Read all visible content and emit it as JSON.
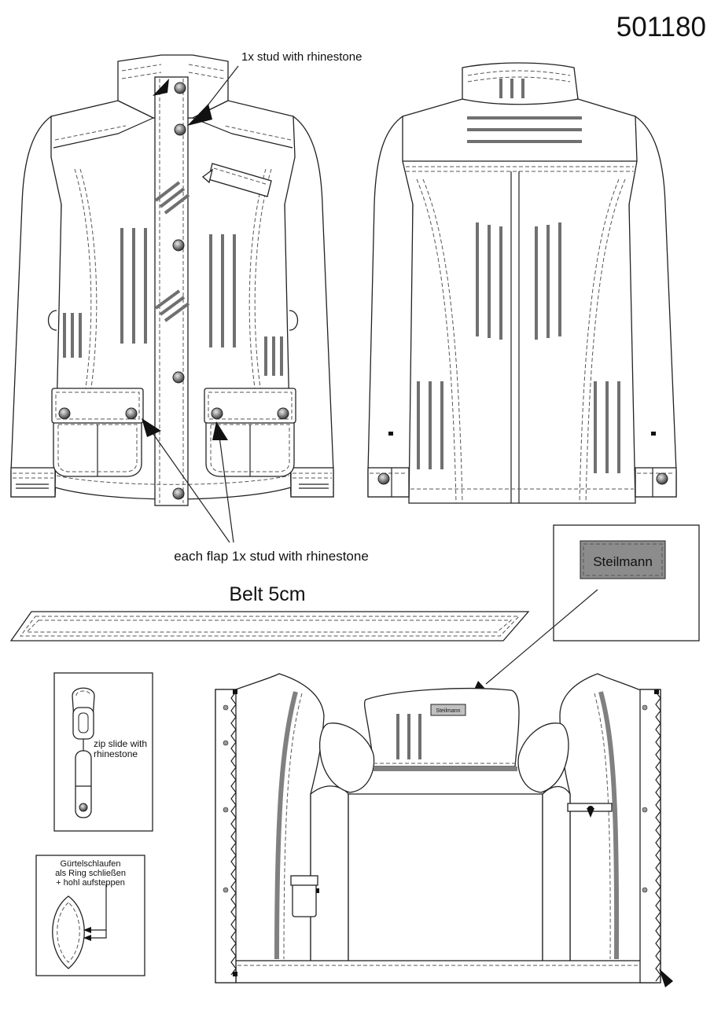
{
  "sheet": {
    "article_number": "501180"
  },
  "annotations": {
    "collar_stud": "1x stud with rhinestone",
    "flap_stud": "each flap 1x stud with rhinestone",
    "belt": "Belt 5cm",
    "zip_slide_line1": "zip slide with",
    "zip_slide_line2": "rhinestone",
    "belt_loop_line1": "Gürtelschlaufen",
    "belt_loop_line2": "als Ring schließen",
    "belt_loop_line3": "+ hohl aufsteppen"
  },
  "label": {
    "brand": "Steilmann",
    "brand_small": "Steilmann"
  },
  "colors": {
    "line": "#222222",
    "stitch": "#555555",
    "stripe": "#707070",
    "label_fill": "#8c8c8c"
  }
}
